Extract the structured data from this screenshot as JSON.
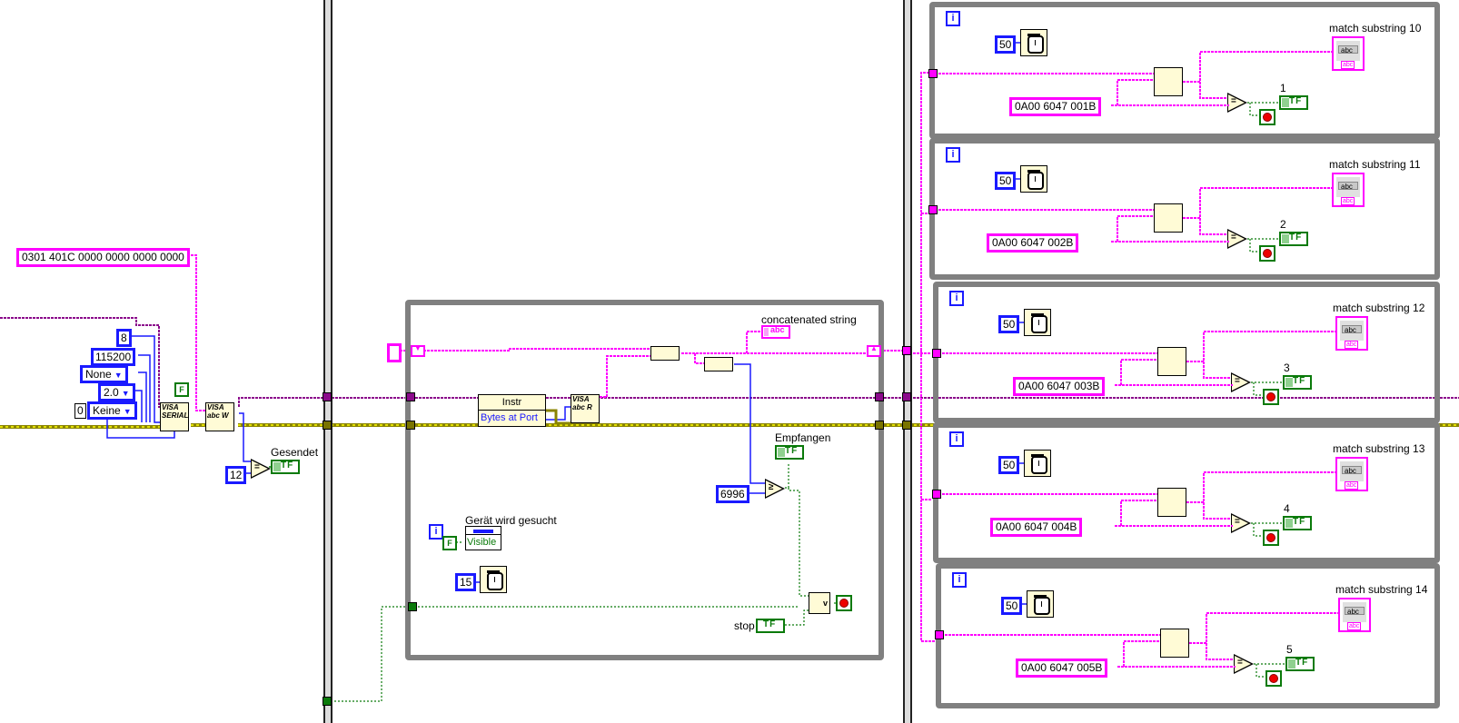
{
  "diagram": {
    "type": "LabVIEW block diagram",
    "colors": {
      "string_wire": "#ff00ff",
      "numeric_wire": "#1a1aff",
      "boolean_wire": "#0a7a0a",
      "visa_wire": "#8b0a8b",
      "error_wire": "#7a7400",
      "frame_border": "#808080",
      "node_fill": "#fffbd6"
    }
  },
  "serial_config": {
    "send_string": "0301 401C 0000 0000 0000 0000",
    "data_bits": "8",
    "baud_rate": "115200",
    "parity": "None",
    "stop_bits": "2.0",
    "flow_control_index": "0",
    "flow_control": "Keine",
    "enable_termination": "F",
    "visa_serial_node": "VISA SERIAL",
    "visa_write_node": "VISA abc W",
    "sent_bytes_expected": "12",
    "sent_label": "Gesendet",
    "equal_op": "="
  },
  "read_loop": {
    "property_node_title": "Instr",
    "property_node_property": "Bytes at Port",
    "visa_read_node": "VISA abc R",
    "concat_label": "concatenated string",
    "concat_indicator": "abc",
    "received_label": "Empfangen",
    "length_threshold": "6996",
    "gte_op": "≥",
    "search_label": "Gerät wird gesucht",
    "visible_property": "Visible",
    "visible_value": "F",
    "iteration": "i",
    "wait_ms": "15",
    "stop_label": "stop",
    "or_op": "v"
  },
  "match_loops": [
    {
      "iteration": "i",
      "wait_ms": "50",
      "pattern": "0A00 6047 001B",
      "indicator_label": "match substring 10",
      "bool_label": "1",
      "equal_op": "=",
      "array_cell": "abc",
      "array_label": "abc"
    },
    {
      "iteration": "i",
      "wait_ms": "50",
      "pattern": "0A00 6047 002B",
      "indicator_label": "match substring 11",
      "bool_label": "2",
      "equal_op": "=",
      "array_cell": "abc",
      "array_label": "abc"
    },
    {
      "iteration": "i",
      "wait_ms": "50",
      "pattern": "0A00 6047 003B",
      "indicator_label": "match substring 12",
      "bool_label": "3",
      "equal_op": "=",
      "array_cell": "abc",
      "array_label": "abc"
    },
    {
      "iteration": "i",
      "wait_ms": "50",
      "pattern": "0A00 6047 004B",
      "indicator_label": "match substring 13",
      "bool_label": "4",
      "equal_op": "=",
      "array_cell": "abc",
      "array_label": "abc"
    },
    {
      "iteration": "i",
      "wait_ms": "50",
      "pattern": "0A00 6047 005B",
      "indicator_label": "match substring 14",
      "bool_label": "5",
      "equal_op": "=",
      "array_cell": "abc",
      "array_label": "abc"
    }
  ],
  "bool_indicator_text": "TF"
}
